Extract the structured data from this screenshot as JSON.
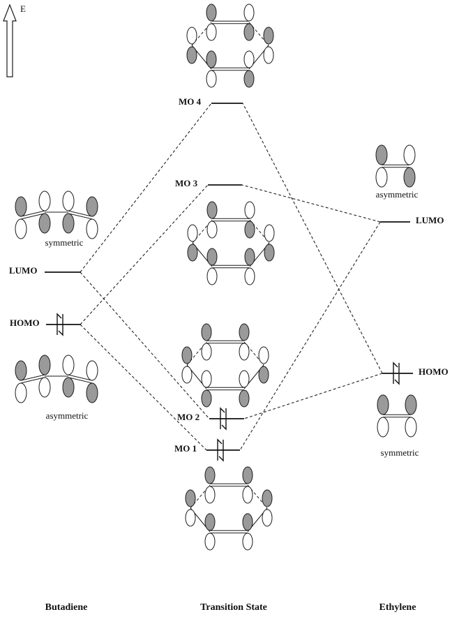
{
  "colors": {
    "line": "#1a1a1a",
    "lobe_shaded": "#9a9a9a",
    "lobe_unshaded": "#ffffff"
  },
  "energy_axis": {
    "label": "E"
  },
  "columns": {
    "butadiene": "Butadiene",
    "transition_state": "Transition State",
    "ethylene": "Ethylene"
  },
  "butadiene": {
    "lumo": {
      "label": "LUMO",
      "symmetry": "symmetric",
      "electrons": 0,
      "phases": [
        "+",
        "-",
        "-",
        "+"
      ]
    },
    "homo": {
      "label": "HOMO",
      "symmetry": "asymmetric",
      "electrons": 2,
      "phases": [
        "+",
        "+",
        "-",
        "-"
      ]
    }
  },
  "ethylene": {
    "lumo": {
      "label": "LUMO",
      "symmetry": "asymmetric",
      "electrons": 0,
      "phases": [
        "+",
        "-"
      ]
    },
    "homo": {
      "label": "HOMO",
      "symmetry": "symmetric",
      "electrons": 2,
      "phases": [
        "+",
        "+"
      ]
    }
  },
  "transition_state": {
    "mo4": {
      "label": "MO 4",
      "electrons": 0,
      "phases": [
        "+",
        "-",
        "+",
        "-",
        "+",
        "-"
      ]
    },
    "mo3": {
      "label": "MO 3",
      "electrons": 0,
      "phases": [
        "+",
        "-",
        "-",
        "+",
        "+",
        "-"
      ]
    },
    "mo2": {
      "label": "MO 2",
      "electrons": 2,
      "phases": [
        "+",
        "+",
        "-",
        "-",
        "-",
        "+"
      ]
    },
    "mo1": {
      "label": "MO 1",
      "electrons": 2,
      "phases": [
        "+",
        "+",
        "+",
        "+",
        "+",
        "+"
      ]
    }
  },
  "correlations": [
    {
      "from": "butadiene-lumo",
      "to": "ts-mo4"
    },
    {
      "from": "butadiene-lumo",
      "to": "ts-mo2"
    },
    {
      "from": "butadiene-homo",
      "to": "ts-mo3"
    },
    {
      "from": "butadiene-homo",
      "to": "ts-mo1"
    },
    {
      "from": "ethylene-lumo",
      "to": "ts-mo3"
    },
    {
      "from": "ethylene-lumo",
      "to": "ts-mo1"
    },
    {
      "from": "ethylene-homo",
      "to": "ts-mo4"
    },
    {
      "from": "ethylene-homo",
      "to": "ts-mo2"
    }
  ]
}
